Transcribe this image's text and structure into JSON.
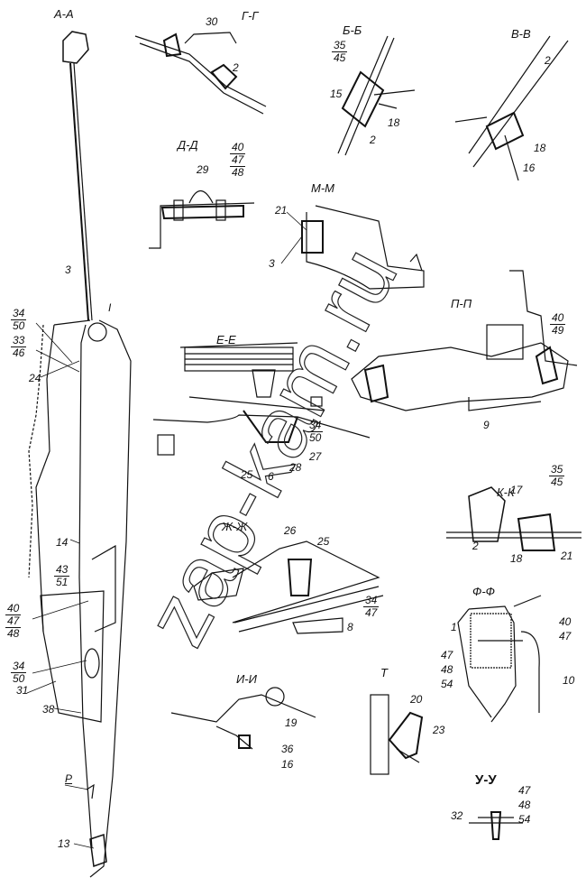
{
  "watermark": "zap-kam.ru",
  "views": {
    "aa": {
      "title": "А-А",
      "l3": "3",
      "b1": [
        "34",
        "50"
      ],
      "i": "I",
      "b2": [
        "33",
        "46"
      ],
      "l24": "24",
      "l14": "14",
      "b3": [
        "43",
        "51"
      ],
      "b4": [
        "40",
        "47",
        "48"
      ],
      "b5": [
        "34",
        "50"
      ],
      "l31": "31",
      "l38": "38",
      "p": "Р",
      "l13": "13"
    },
    "gg": {
      "title": "Г-Г",
      "l30": "30",
      "l2": "2"
    },
    "bb": {
      "title": "Б-Б",
      "b": [
        "35",
        "45"
      ],
      "l15": "15",
      "l18": "18",
      "l2": "2"
    },
    "vv": {
      "title": "В-В",
      "l2": "2",
      "l18": "18",
      "l16": "16"
    },
    "dd": {
      "title": "Д-Д",
      "l29": "29",
      "b": [
        "40",
        "47",
        "48"
      ]
    },
    "mm": {
      "title": "М-М",
      "l21": "21",
      "l3": "3"
    },
    "pp": {
      "title": "П-П",
      "b": [
        "40",
        "49"
      ],
      "l9": "9"
    },
    "ee": {
      "title": "Е-Е",
      "b": [
        "34",
        "50"
      ],
      "l27": "27",
      "l28": "28",
      "l25": "25",
      "l6": "6"
    },
    "kk": {
      "title": "К-К",
      "b": [
        "35",
        "45"
      ],
      "l17": "17",
      "l2": "2",
      "l18": "18",
      "l21": "21"
    },
    "zhzh": {
      "title": "Ж-Ж",
      "l26": "26",
      "l25": "25",
      "b": [
        "34",
        "47"
      ],
      "l8": "8"
    },
    "ff": {
      "title": "Ф-Ф",
      "l1": "1",
      "l40": "40",
      "l47": "47",
      "s": [
        "47",
        "48",
        "54"
      ],
      "l10": "10"
    },
    "ii": {
      "title": "И-И",
      "l19": "19",
      "l36": "36",
      "l16": "16"
    },
    "t": {
      "title": "Т",
      "l20": "20",
      "l23": "23"
    },
    "uu": {
      "title": "У-У",
      "s": [
        "47",
        "48",
        "54"
      ],
      "l32": "32"
    }
  }
}
